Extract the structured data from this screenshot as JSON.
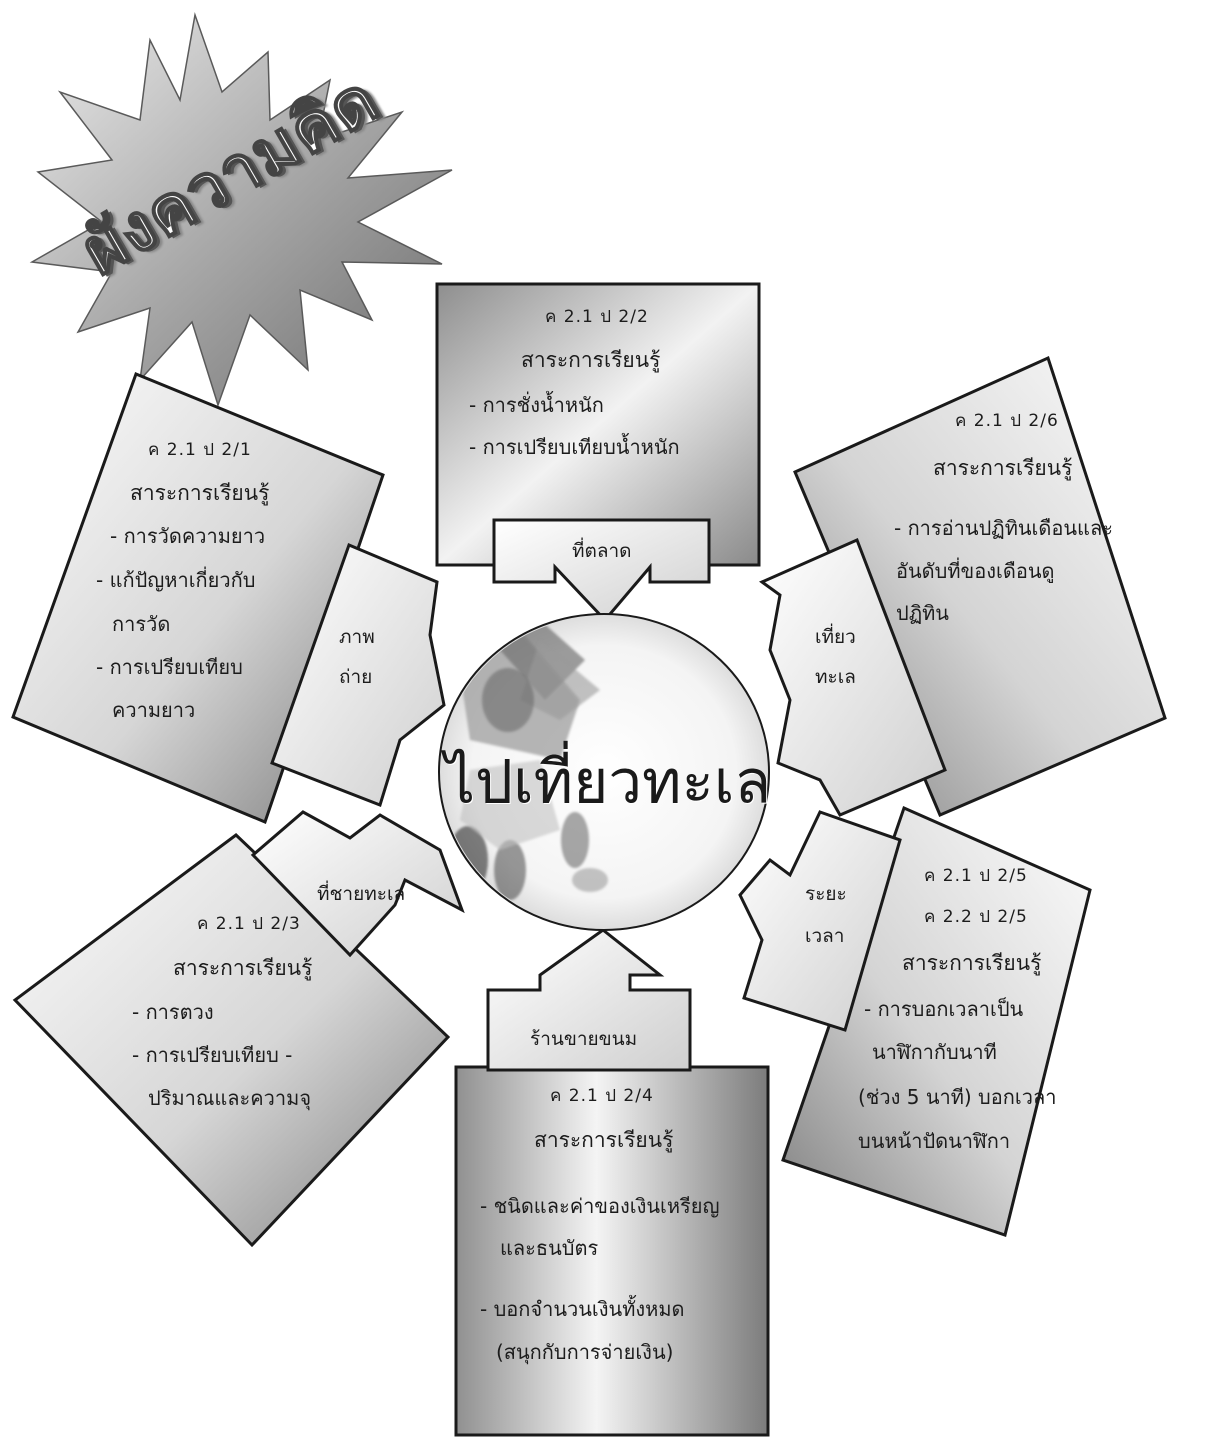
{
  "title_burst": {
    "text": "ผังความคิด"
  },
  "center": {
    "title": "ไปเที่ยวทะเล",
    "image": "beach-photo-collage"
  },
  "arrows": {
    "top": "ที่ตลาด",
    "left_upper_line1": "ภาพ",
    "left_upper_line2": "ถ่าย",
    "left_lower": "ที่ชายทะเล",
    "right_upper_line1": "เที่ยว",
    "right_upper_line2": "ทะเล",
    "right_lower_line1": "ระยะ",
    "right_lower_line2": "เวลา",
    "bottom": "ร้านขายขนม"
  },
  "cards": {
    "top": {
      "code": "ค 2.1 ป 2/2",
      "heading": "สาระการเรียนรู้",
      "items": [
        "-  การชั่งน้ำหนัก",
        "-  การเปรียบเทียบน้ำหนัก"
      ]
    },
    "left_upper": {
      "code": "ค 2.1 ป 2/1",
      "heading": "สาระการเรียนรู้",
      "items": [
        "-  การวัดความยาว",
        "-  แก้ปัญหาเกี่ยวกับ",
        "การวัด",
        "-  การเปรียบเทียบ",
        "ความยาว"
      ]
    },
    "right_upper": {
      "code": "ค 2.1 ป 2/6",
      "heading": "สาระการเรียนรู้",
      "items": [
        "- การอ่านปฏิทินเดือนและ",
        "อันดับที่ของเดือนดู",
        "ปฏิทิน"
      ]
    },
    "left_lower": {
      "code": "ค 2.1 ป 2/3",
      "heading": "สาระการเรียนรู้",
      "items": [
        "-  การตวง",
        "-  การเปรียบเทียบ -",
        "ปริมาณและความจุ"
      ]
    },
    "right_lower": {
      "code1": "ค 2.1 ป 2/5",
      "code2": "ค 2.2 ป 2/5",
      "heading": "สาระการเรียนรู้",
      "items": [
        "-  การบอกเวลาเป็น",
        "นาฬิกากับนาที",
        "(ช่วง 5 นาที) บอกเวลา",
        "บนหน้าปัดนาฬิกา"
      ]
    },
    "bottom": {
      "code": "ค 2.1 ป 2/4",
      "heading": "สาระการเรียนรู้",
      "items": [
        "- ชนิดและค่าของเงินเหรียญ",
        "และธนบัตร",
        "- บอกจำนวนเงินทั้งหมด",
        "(สนุกกับการจ่ายเงิน)"
      ]
    }
  },
  "colors": {
    "card_light": "#fafafa",
    "card_dark": "#8f8f8f",
    "stroke": "#1a1a1a",
    "burst_light": "#d9d9d9",
    "burst_dark": "#6f6f6f"
  }
}
